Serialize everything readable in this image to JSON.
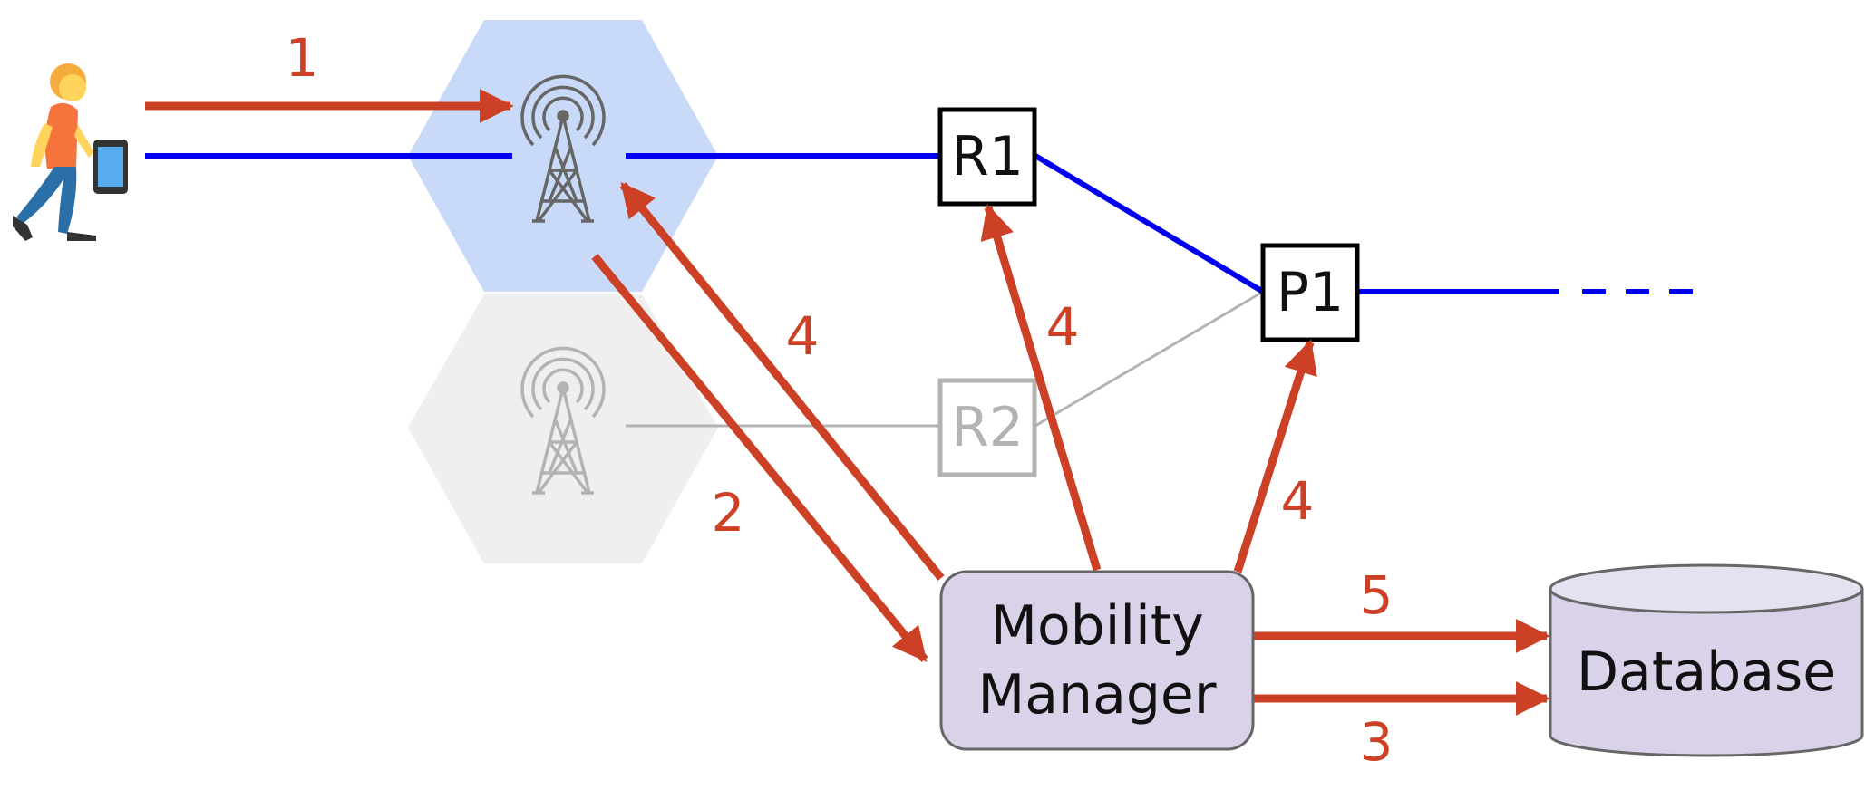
{
  "colors": {
    "flow": "#cc4125",
    "path": "#0000ee",
    "inactive": "#b3b3b3",
    "active_cell": "#c9daf8",
    "inactive_cell": "#efefef",
    "manager_fill": "#d9d2e9",
    "manager_stroke": "#666666"
  },
  "icons": {
    "user": "walking-person-with-phone-icon",
    "tower": "cell-tower-icon"
  },
  "nodes": {
    "r1": "R1",
    "r2": "R2",
    "p1": "P1",
    "mobility_manager": [
      "Mobility",
      "Manager"
    ],
    "database": "Database"
  },
  "steps": {
    "user_to_tower": "1",
    "tower_to_manager": "2",
    "manager_to_database_lower": "3",
    "manager_to_tower": "4",
    "manager_to_r1": "4",
    "manager_to_p1": "4",
    "manager_to_database_upper": "5"
  }
}
